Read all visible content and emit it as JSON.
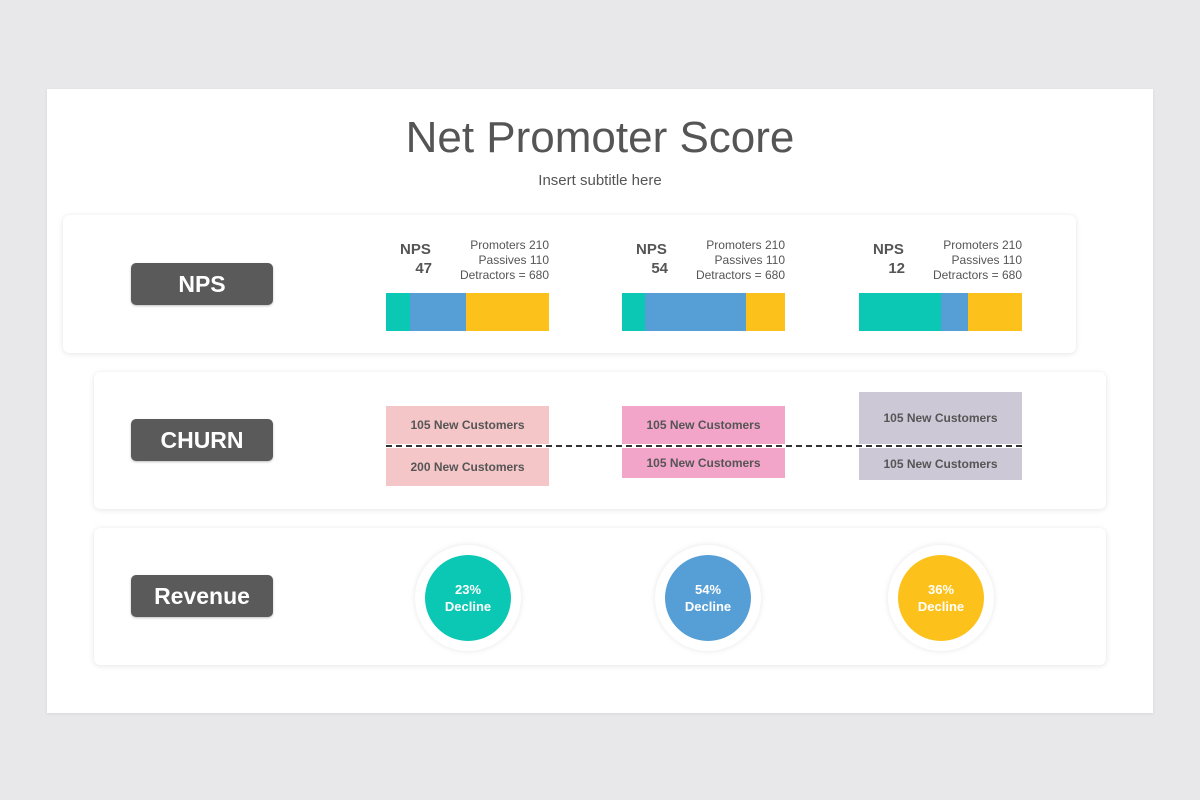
{
  "title": "Net Promoter Score",
  "subtitle": "Insert subtitle here",
  "colors": {
    "promoters": "#0bc8b4",
    "passives": "#569fd6",
    "detractors": "#fcc21b",
    "churn_pink_light": "#f4c6c8",
    "churn_pink": "#f3a4c9",
    "churn_gray": "#ccc8d6",
    "label_bg": "#5a5a5a"
  },
  "rows": {
    "nps_label": "NPS",
    "churn_label": "CHURN",
    "revenue_label": "Revenue"
  },
  "nps": [
    {
      "word": "NPS",
      "score": "47",
      "promoters": "Promoters  210",
      "passives": "Passives  110",
      "detractors": "Detractors = 680",
      "shares": [
        0.15,
        0.34,
        0.51
      ]
    },
    {
      "word": "NPS",
      "score": "54",
      "promoters": "Promoters  210",
      "passives": "Passives  110",
      "detractors": "Detractors = 680",
      "shares": [
        0.14,
        0.62,
        0.24
      ]
    },
    {
      "word": "NPS",
      "score": "12",
      "promoters": "Promoters  210",
      "passives": "Passives  110",
      "detractors": "Detractors = 680",
      "shares": [
        0.5,
        0.17,
        0.33
      ]
    }
  ],
  "churn": [
    {
      "top": "105 New Customers",
      "bottom": "200 New Customers",
      "color": "#f4c6c8"
    },
    {
      "top": "105 New Customers",
      "bottom": "105 New Customers",
      "color": "#f3a4c9"
    },
    {
      "top": "105 New Customers",
      "bottom": "105 New Customers",
      "color": "#ccc8d6"
    }
  ],
  "revenue": [
    {
      "value": "23%",
      "label": "Decline",
      "color": "#0bc8b4"
    },
    {
      "value": "54%",
      "label": "Decline",
      "color": "#569fd6"
    },
    {
      "value": "36%",
      "label": "Decline",
      "color": "#fcc21b"
    }
  ]
}
